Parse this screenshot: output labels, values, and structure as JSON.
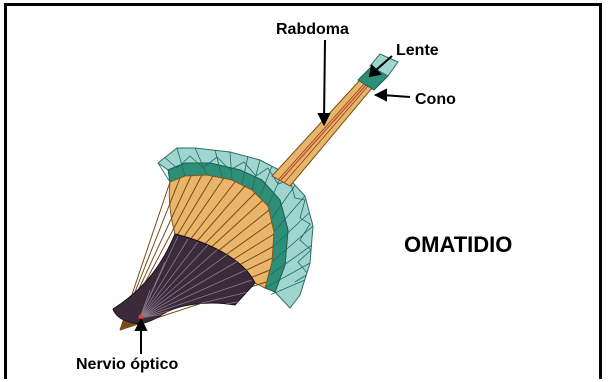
{
  "labels": {
    "rabdoma": "Rabdoma",
    "lente": "Lente",
    "cono": "Cono",
    "nervio": "Nervio óptico",
    "title": "OMATIDIO"
  },
  "colors": {
    "frame": "#000000",
    "lens_facets": "#9fd4cf",
    "cone_layer": "#2e8f78",
    "rhabdom_layer": "#e8b56a",
    "nerve_fibers": "#3a2a3a",
    "nerve_tip": "#d94a3a",
    "pointer_lines": "#000000"
  }
}
